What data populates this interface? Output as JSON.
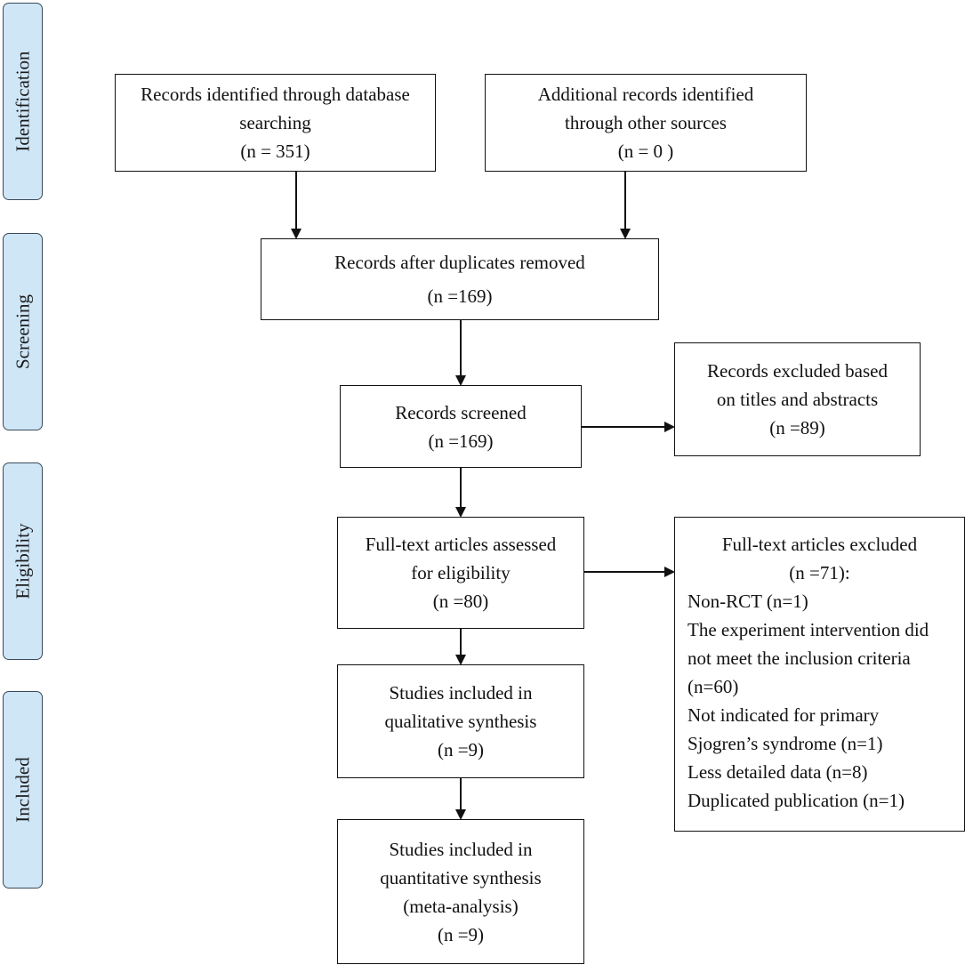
{
  "stages": {
    "identification": "Identification",
    "screening": "Screening",
    "eligibility": "Eligibility",
    "included": "Included"
  },
  "boxes": {
    "database_search": [
      "Records identified through database",
      "searching",
      "(n = 351)"
    ],
    "other_sources": [
      "Additional records identified",
      "through other sources",
      "(n = 0 )"
    ],
    "duplicates_removed": [
      "Records after duplicates removed",
      "(n =169)"
    ],
    "screened": [
      "Records screened",
      "(n =169)"
    ],
    "excluded_titles": [
      "Records excluded based",
      "on titles and abstracts",
      "(n =89)"
    ],
    "full_text_assessed": [
      "Full-text articles assessed",
      "for eligibility",
      "(n =80)"
    ],
    "full_text_excluded": {
      "heading": "Full-text articles excluded",
      "count": "(n =71):",
      "lines": [
        "Non-RCT (n=1)",
        "The experiment intervention did",
        "not meet the inclusion criteria",
        "(n=60)",
        "Not indicated for primary",
        "Sjogren’s syndrome (n=1)",
        "Less detailed data (n=8)",
        "Duplicated publication (n=1)"
      ]
    },
    "qualitative": [
      "Studies included in",
      "qualitative synthesis",
      "(n =9)"
    ],
    "quantitative": [
      "Studies included in",
      "quantitative synthesis",
      "(meta-analysis)",
      "(n =9)"
    ]
  }
}
